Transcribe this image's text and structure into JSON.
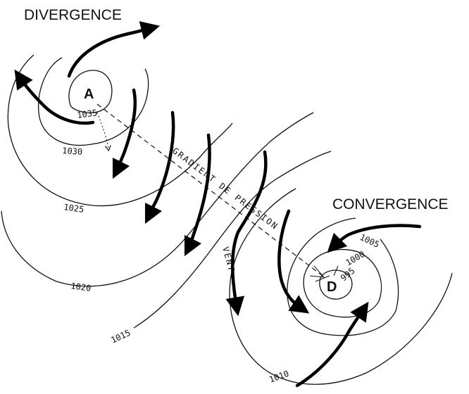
{
  "labels": {
    "divergence": "DIVERGENCE",
    "convergence": "CONVERGENCE",
    "high": "A",
    "low": "D",
    "gradient": "GRADIENT DE PRESSION",
    "wind": "VENT"
  },
  "isobars": {
    "i1035": "1035",
    "i1030": "1030",
    "i1025": "1025",
    "i1020": "1020",
    "i1015": "1015",
    "i1010": "1010",
    "i1005": "1005",
    "i1000": "1000",
    "i995": "995"
  }
}
